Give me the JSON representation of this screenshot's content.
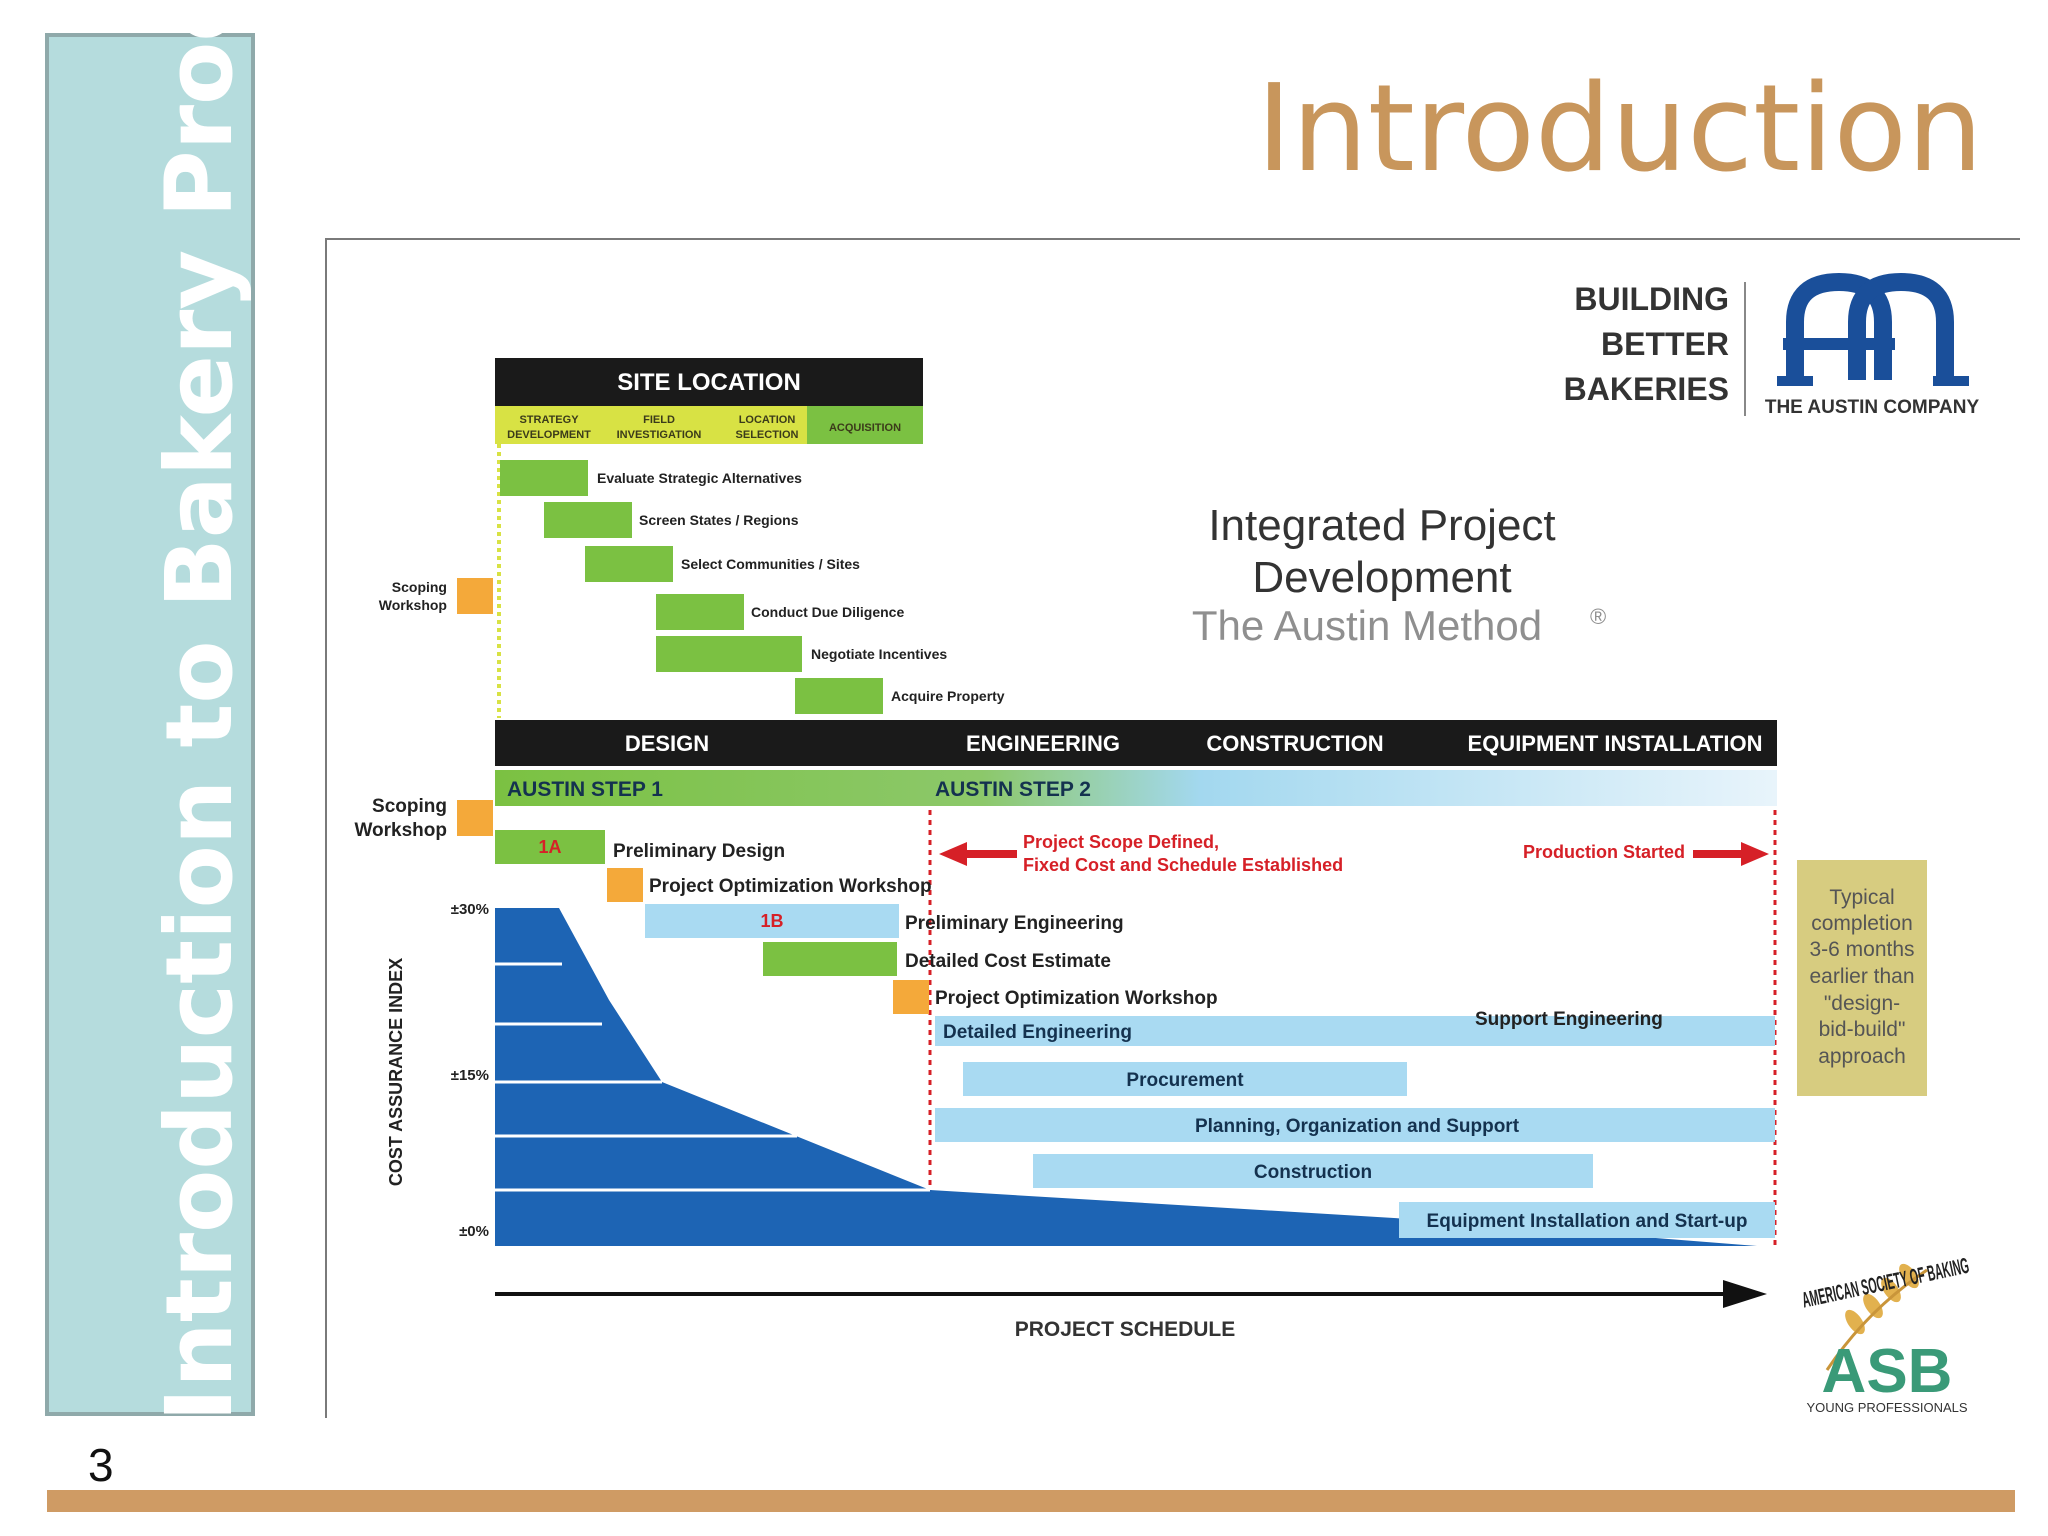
{
  "slide": {
    "title": "Introduction",
    "sidebar_text": "Introduction to Bakery Processes",
    "page_number": "3"
  },
  "colors": {
    "title": "#c8965c",
    "sidebar": "#b5dcdd",
    "bottom_bar": "#cf9b64",
    "green": "#7bc142",
    "orange": "#f4a93a",
    "light_blue": "#a9daf2",
    "dark_blue": "#1d64b4",
    "red": "#d62027",
    "note_box": "#d7cc80"
  },
  "brand": {
    "tagline": [
      "BUILDING",
      "BETTER",
      "BAKERIES"
    ],
    "company": "THE AUSTIN COMPANY",
    "asb_ring": "AMERICAN SOCIETY OF BAKING",
    "asb_letters": "ASB",
    "asb_sub": "YOUNG PROFESSIONALS"
  },
  "diagram": {
    "title_line1": "Integrated Project",
    "title_line2": "Development",
    "subtitle": "The Austin Method",
    "registered": "®",
    "site_location": "SITE LOCATION",
    "site_steps": [
      [
        "STRATEGY",
        "DEVELOPMENT"
      ],
      [
        "FIELD",
        "INVESTIGATION"
      ],
      [
        "LOCATION",
        "SELECTION"
      ],
      [
        "ACQUISITION"
      ]
    ],
    "site_tasks": [
      "Evaluate Strategic Alternatives",
      "Screen States / Regions",
      "Select Communities / Sites",
      "Conduct Due Diligence",
      "Negotiate Incentives",
      "Acquire Property"
    ],
    "scoping_workshop": [
      "Scoping",
      "Workshop"
    ],
    "phases": [
      "DESIGN",
      "ENGINEERING",
      "CONSTRUCTION",
      "EQUIPMENT INSTALLATION"
    ],
    "step1": "AUSTIN STEP 1",
    "step2": "AUSTIN STEP 2",
    "label_1a": "1A",
    "label_1b": "1B",
    "tasks": {
      "preliminary_design": "Preliminary Design",
      "project_optimization_1": "Project Optimization Workshop",
      "preliminary_engineering": "Preliminary Engineering",
      "detailed_cost_estimate": "Detailed Cost Estimate",
      "project_optimization_2": "Project Optimization Workshop",
      "detailed_engineering": "Detailed Engineering",
      "support_engineering": "Support Engineering",
      "procurement": "Procurement",
      "planning": "Planning, Organization and Support",
      "construction": "Construction",
      "equipment": "Equipment Installation and Start-up"
    },
    "scope_defined": [
      "Project Scope Defined,",
      "Fixed Cost and Schedule Established"
    ],
    "production_started": "Production Started",
    "y_axis_label": "COST ASSURANCE INDEX",
    "y_ticks": [
      "±30%",
      "±15%",
      "±0%"
    ],
    "x_axis_label": "PROJECT SCHEDULE",
    "note": [
      "Typical",
      "completion",
      "3-6 months",
      "earlier than",
      "\"design-",
      "bid-build\"",
      "approach"
    ]
  }
}
